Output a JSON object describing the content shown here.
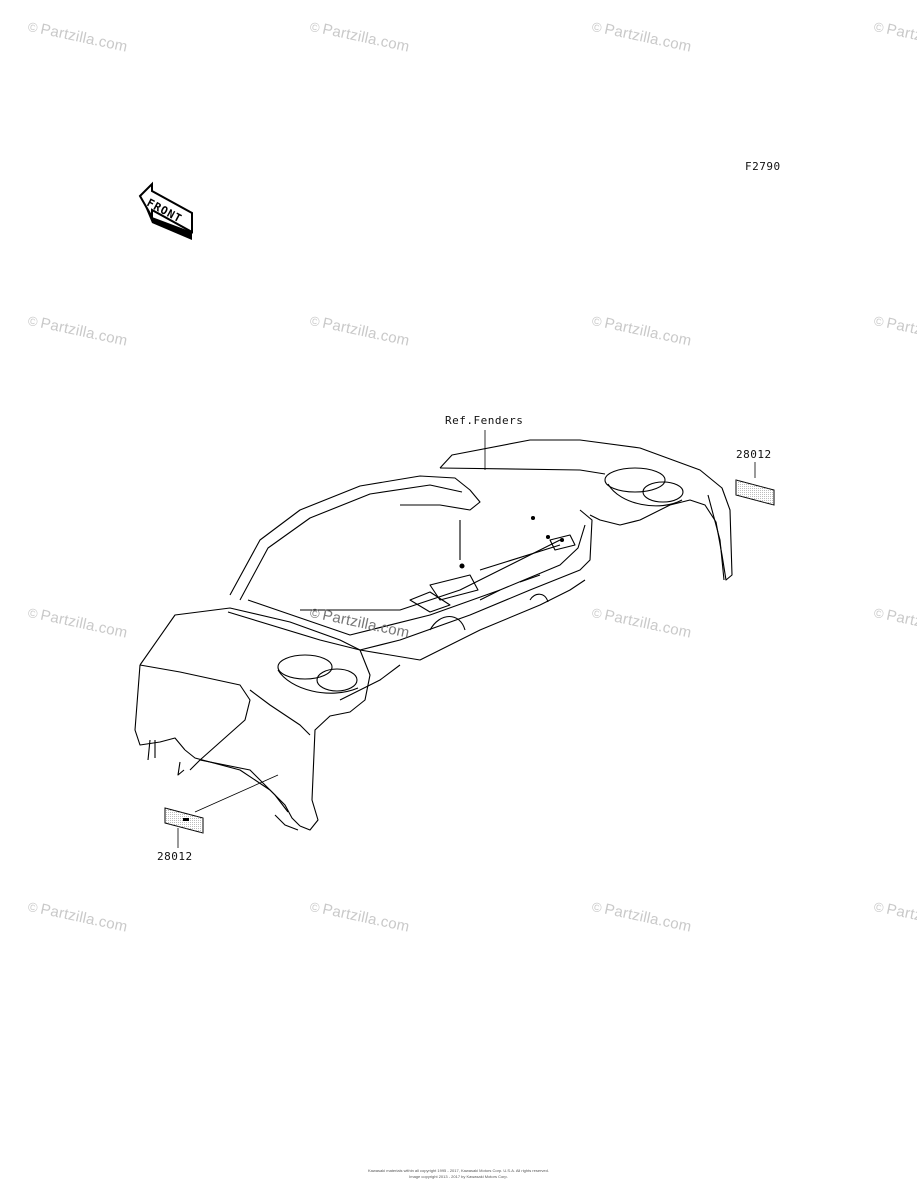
{
  "watermarks": {
    "text": "Partzilla.com",
    "symbol": "©"
  },
  "diagram": {
    "reference_code": "F2790",
    "front_label": "FRONT",
    "callouts": {
      "fenders_ref": "Ref.Fenders",
      "part_right": "28012",
      "part_left": "28012"
    }
  },
  "footer": {
    "line1": "Kawasaki materials within all copyright 1995 - 2017, Kawasaki Motors Corp. U.S.A. All rights reserved.",
    "line2": "Image copyright 2013 - 2017 by Kawasaki Motors Corp."
  }
}
